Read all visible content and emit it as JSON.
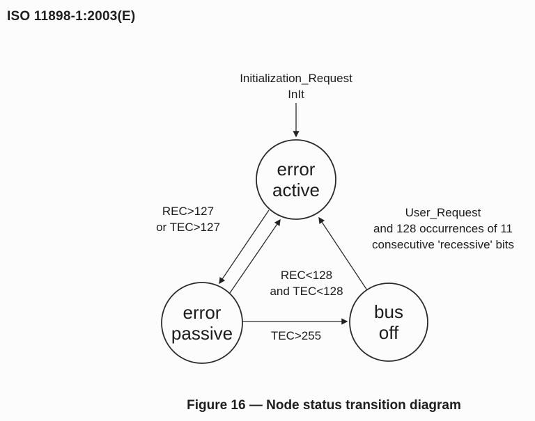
{
  "page": {
    "header": "ISO 11898-1:2003(E)",
    "caption": "Figure 16 — Node status transition diagram"
  },
  "diagram": {
    "title": "Node status transition diagram",
    "states": {
      "error_active": {
        "lines": [
          "error",
          "active"
        ]
      },
      "error_passive": {
        "lines": [
          "error",
          "passive"
        ]
      },
      "bus_off": {
        "lines": [
          "bus",
          "off"
        ]
      }
    },
    "labels": {
      "init": {
        "lines": [
          "Initialization_Request",
          "InIt"
        ]
      },
      "to_error_passive": {
        "lines": [
          "REC>127",
          "or TEC>127"
        ]
      },
      "to_error_active": {
        "lines": [
          "REC<128",
          "and TEC<128"
        ]
      },
      "bus_off_recovery": {
        "lines": [
          "User_Request",
          "and 128 occurrences of 11",
          "consecutive 'recessive' bits"
        ]
      },
      "to_bus_off": {
        "lines": [
          "TEC>255"
        ]
      }
    },
    "colors": {
      "ink": "#1e1e1e",
      "line": "#2b2b2b",
      "background": "#fcfcfc"
    }
  }
}
